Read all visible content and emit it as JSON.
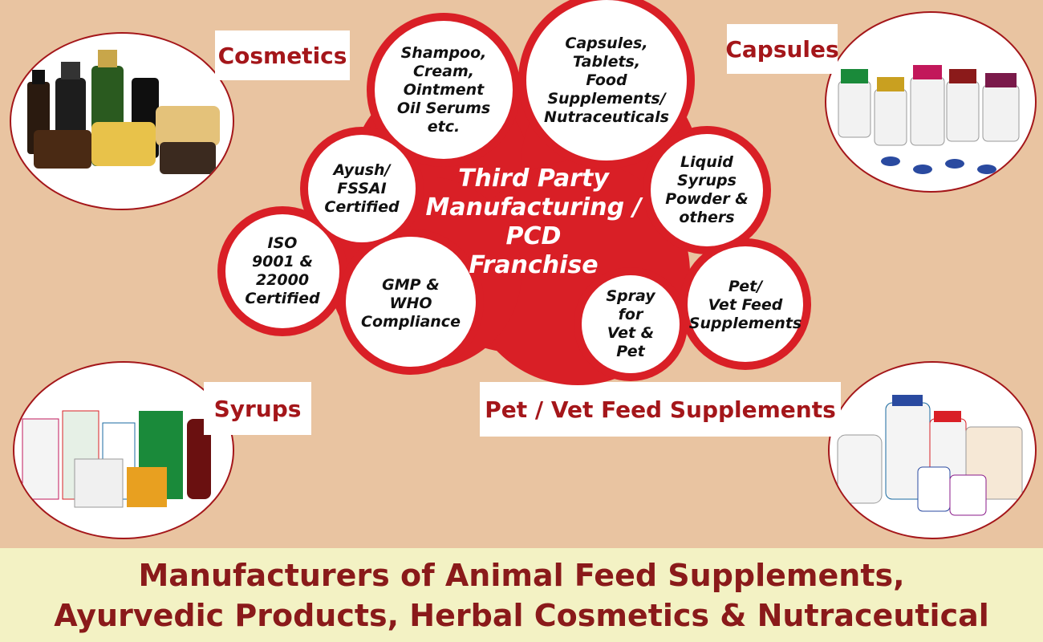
{
  "labels": {
    "cosmetics": "Cosmetics",
    "capsules": "Capsules",
    "syrups": "Syrups",
    "pet_vet": "Pet / Vet Feed Supplements"
  },
  "center": {
    "line1": "Third Party",
    "line2": "Manufacturing /",
    "line3": "PCD",
    "line4": "Franchise"
  },
  "bubbles": {
    "shampoo": "Shampoo,\nCream,\nOintment\nOil Serums\netc.",
    "capsules": "Capsules,\nTablets,\nFood\nSupplements/\nNutraceuticals",
    "ayush": "Ayush/\nFSSAI\nCertified",
    "liquid": "Liquid\nSyrups\nPowder &\nothers",
    "iso": "ISO\n9001 &\n22000\nCertified",
    "gmp": "GMP &\nWHO\nCompliance",
    "spray": "Spray\nfor\nVet &\nPet",
    "petvet": "Pet/\nVet Feed\nSupplements"
  },
  "footer": {
    "line1": "Manufacturers of Animal Feed Supplements,",
    "line2": "Ayurvedic Products, Herbal Cosmetics & Nutraceutical"
  },
  "colors": {
    "background": "#e9c4a1",
    "red": "#d91f26",
    "dark_red": "#a4161a",
    "footer_bg": "#f3f2c4"
  }
}
